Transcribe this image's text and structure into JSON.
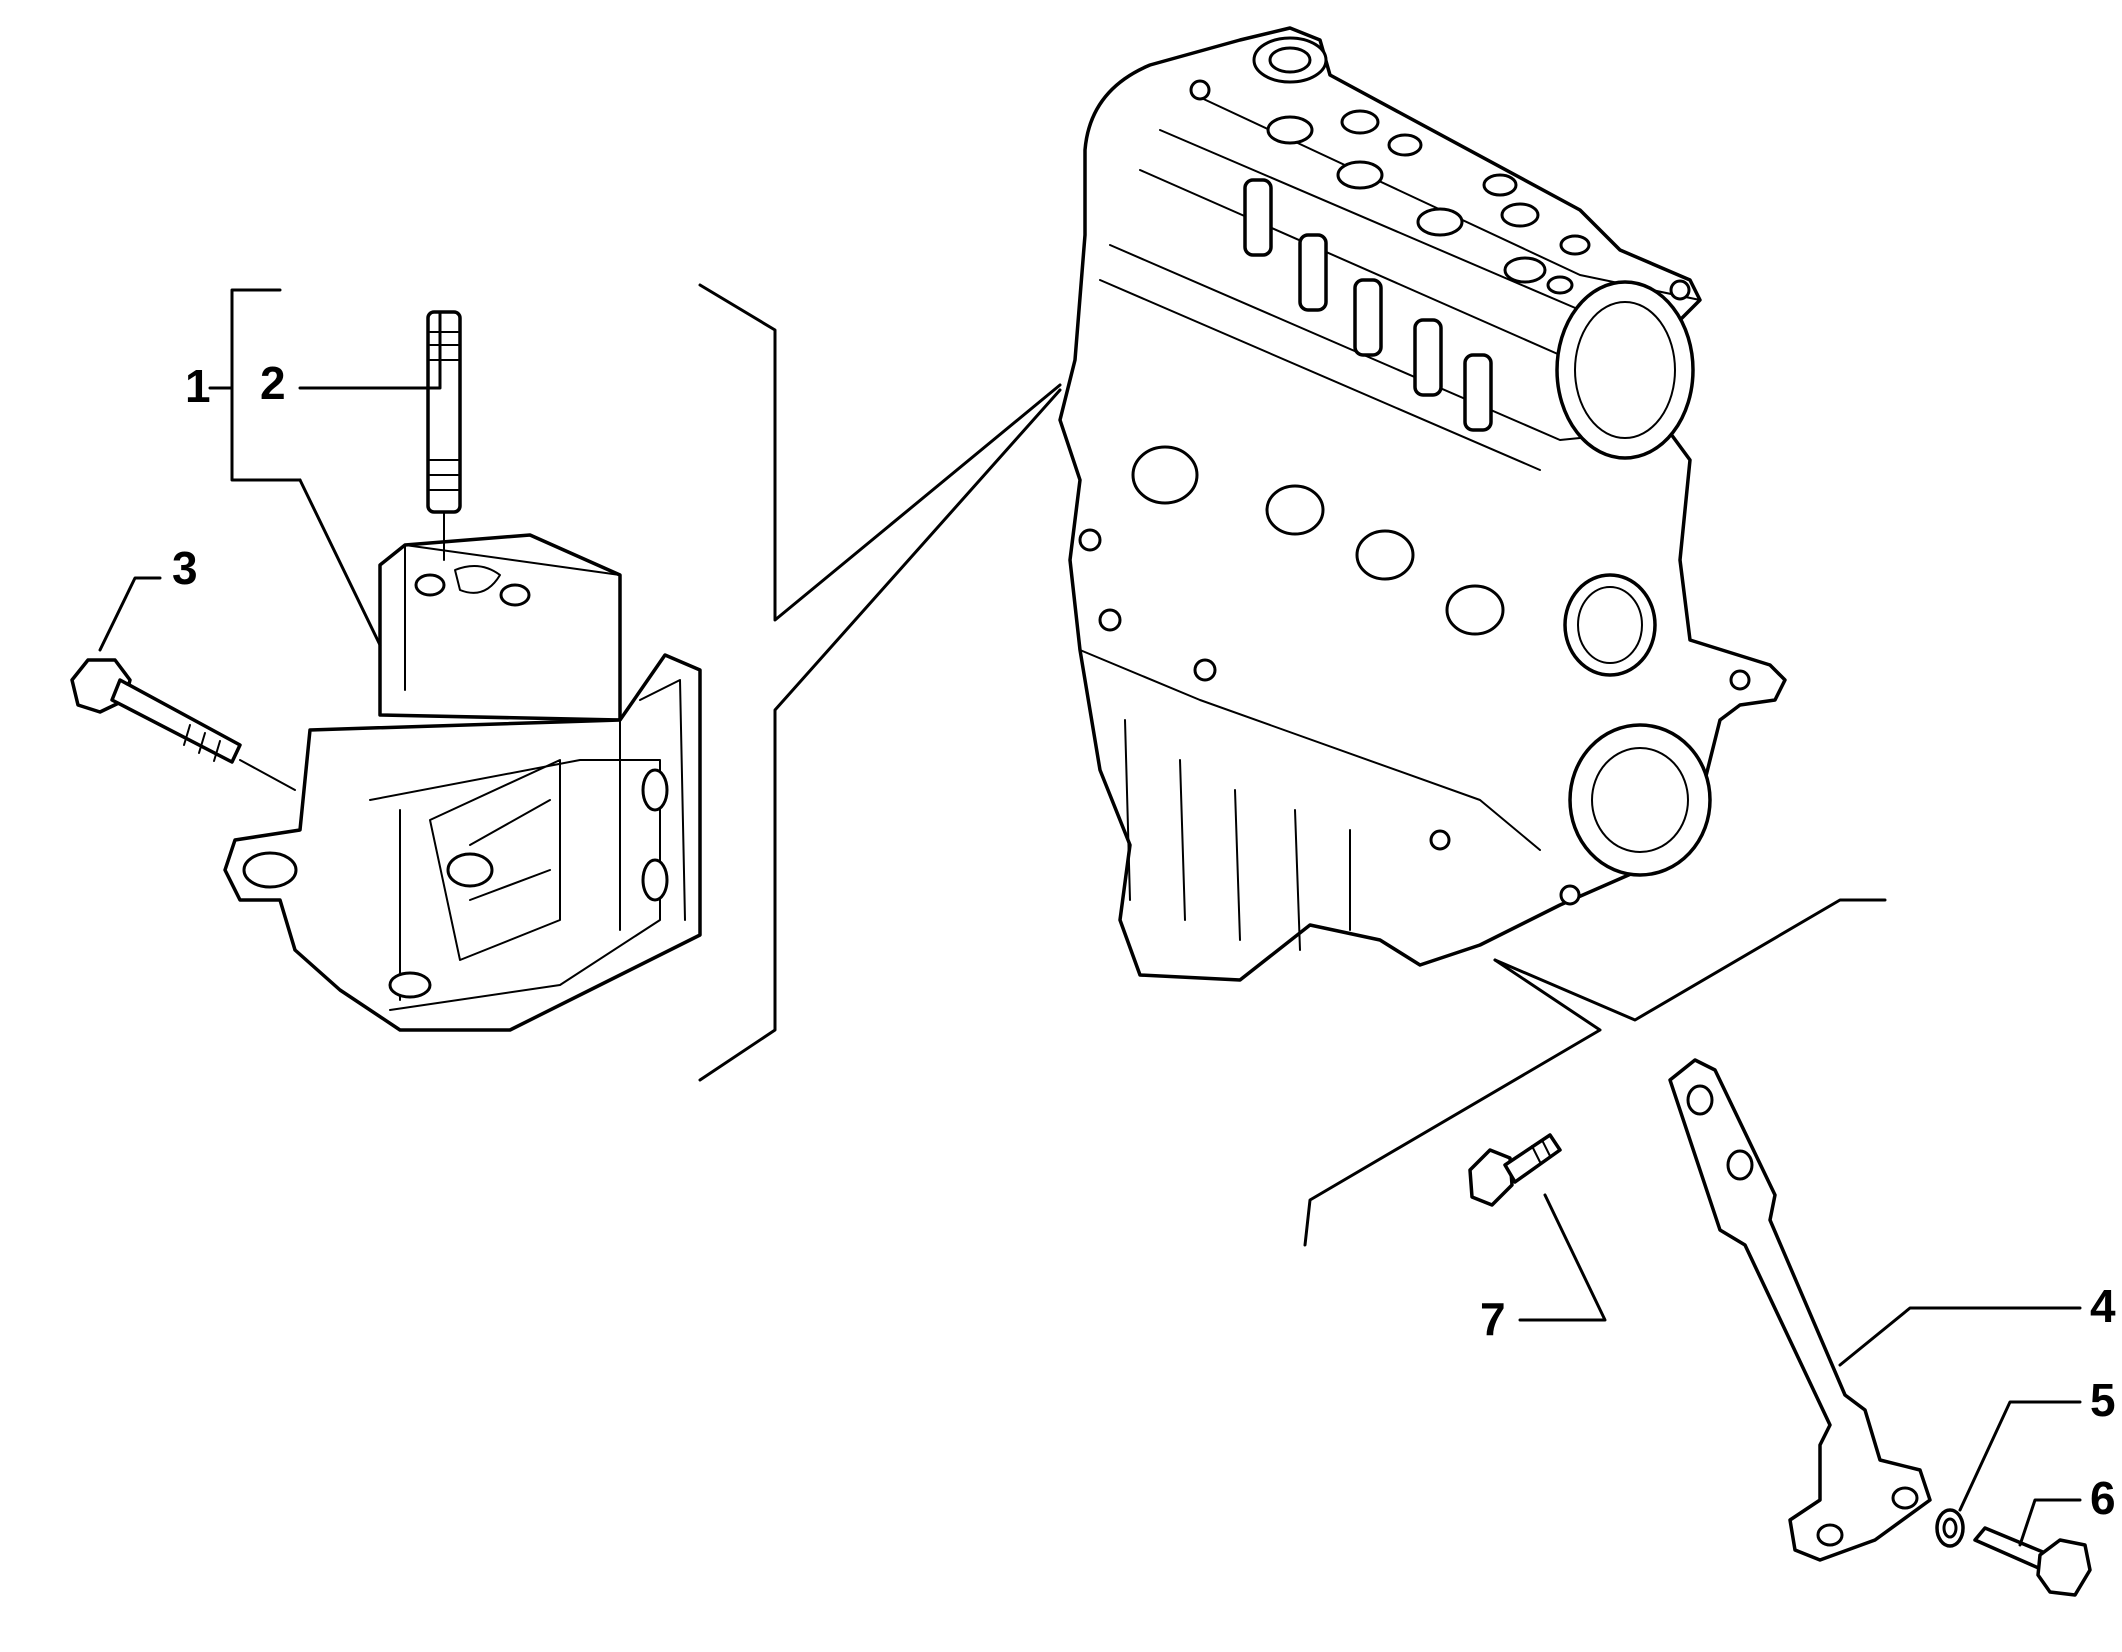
{
  "callouts": [
    {
      "id": "1",
      "label": "1"
    },
    {
      "id": "2",
      "label": "2"
    },
    {
      "id": "3",
      "label": "3"
    },
    {
      "id": "4",
      "label": "4"
    },
    {
      "id": "5",
      "label": "5"
    },
    {
      "id": "6",
      "label": "6"
    },
    {
      "id": "7",
      "label": "7"
    }
  ],
  "colors": {
    "ink": "#000000",
    "paper": "#ffffff"
  }
}
